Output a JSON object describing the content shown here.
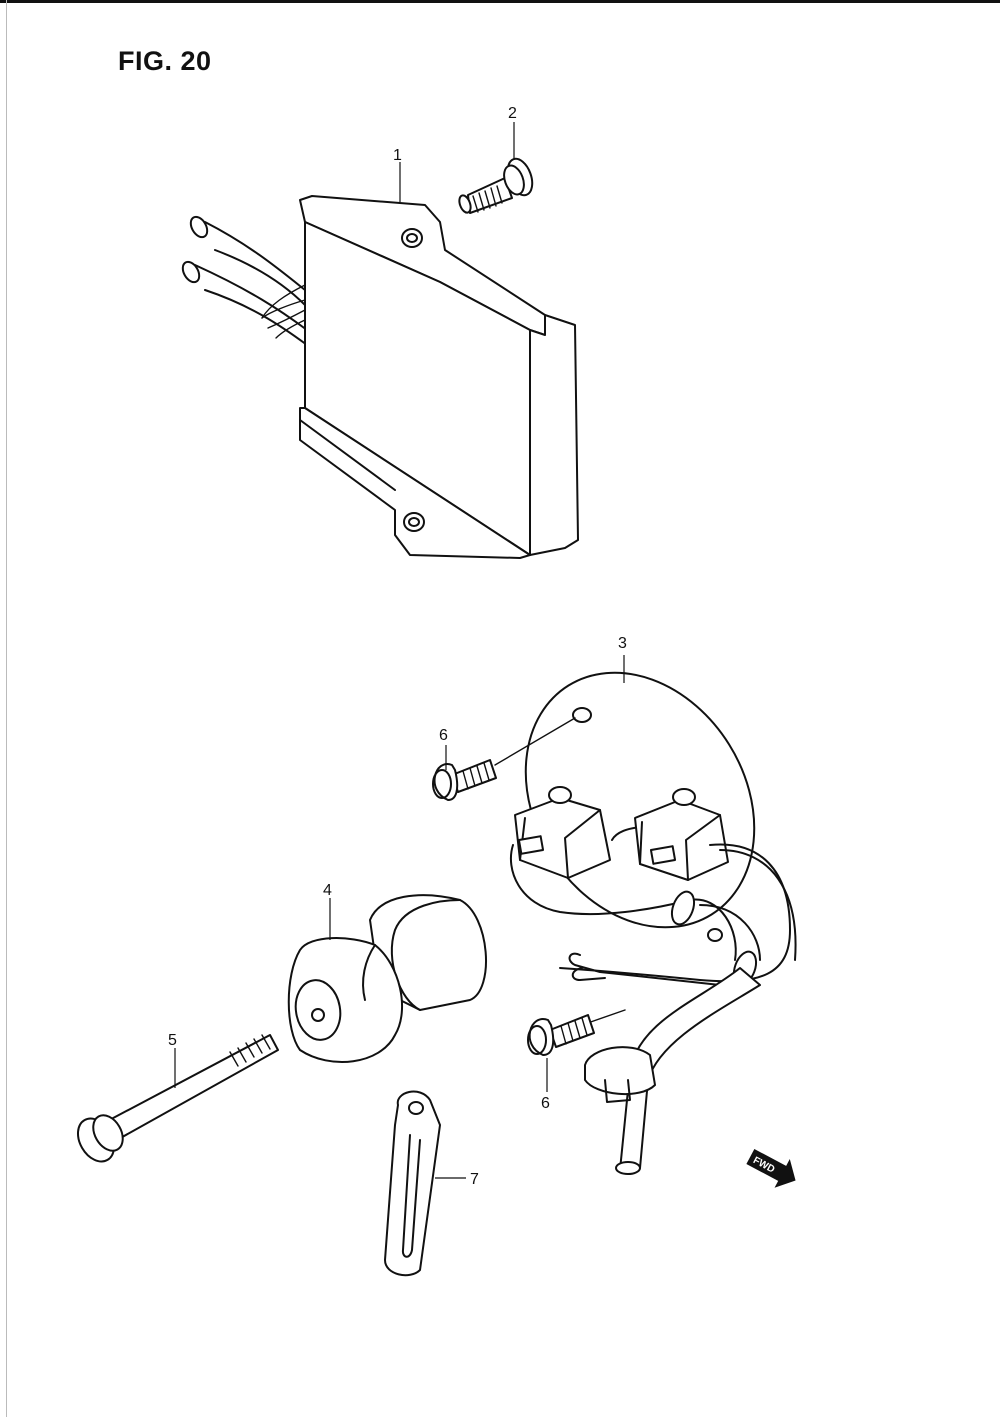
{
  "figure": {
    "title": "FIG. 20"
  },
  "callouts": [
    "1",
    "2",
    "3",
    "4",
    "5",
    "6",
    "6",
    "7"
  ],
  "fwd_label": "FWD"
}
